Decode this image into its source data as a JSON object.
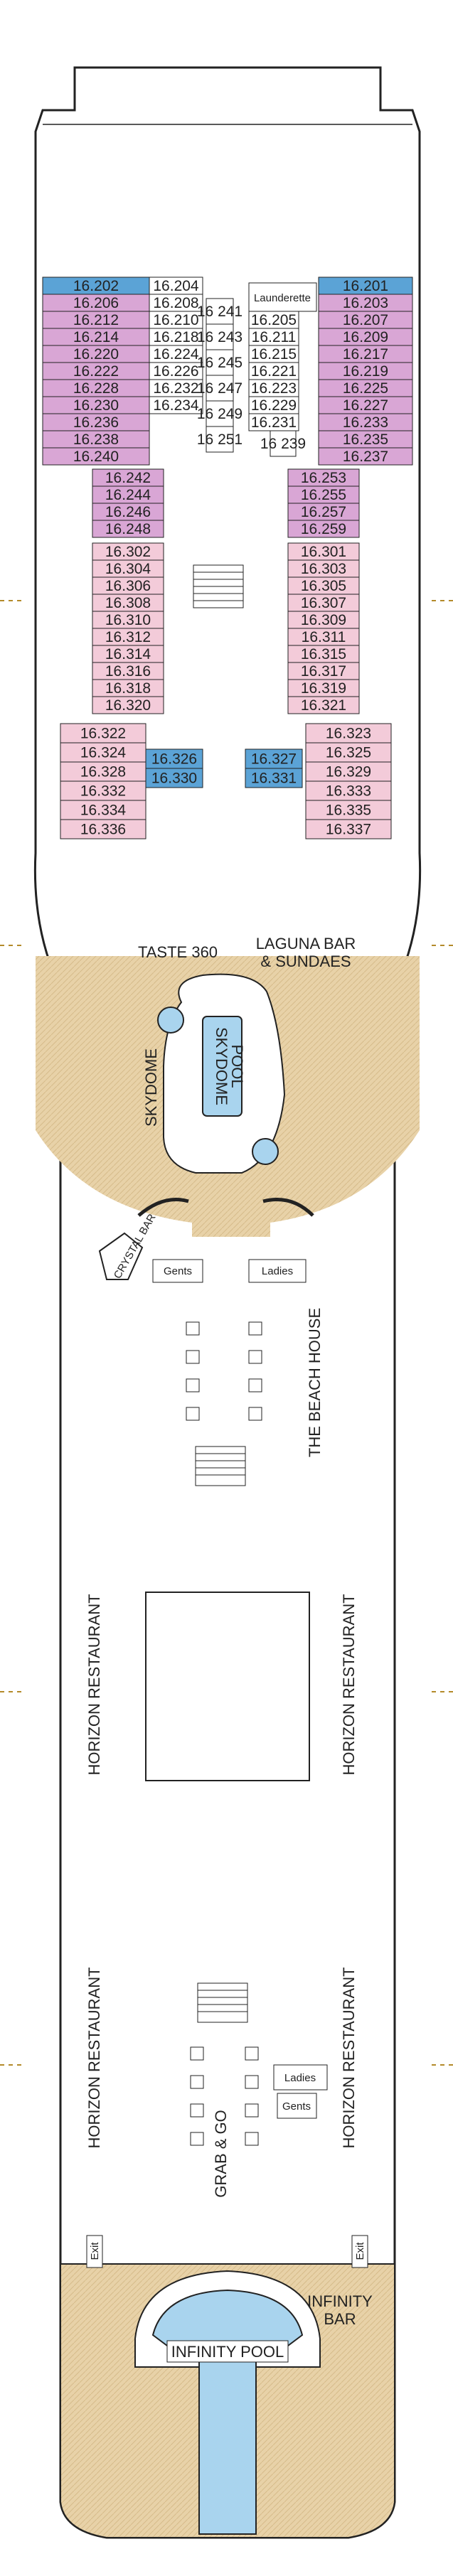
{
  "colors": {
    "suite_blue": "#5ba3d6",
    "suite_purple": "#d9a6d5",
    "cabin_pink": "#f3cbd9",
    "deck_wood": "#e8d2a8",
    "pool_water": "#a9d4ee",
    "outline": "#222222"
  },
  "legend_icons": [
    "balcony-dot-icon",
    "accessible-icon",
    "sofa-bed-square-icon",
    "connecting-v-icon"
  ],
  "cabins": {
    "forward_port": [
      "16.202",
      "16.206",
      "16.212",
      "16.214",
      "16.220",
      "16.222",
      "16.228",
      "16.230",
      "16.236",
      "16.238",
      "16.240"
    ],
    "forward_starboard": [
      "16.201",
      "16.203",
      "16.207",
      "16.209",
      "16.217",
      "16.219",
      "16.225",
      "16.227",
      "16.233",
      "16.235",
      "16.237"
    ],
    "inner_port": [
      "16.204",
      "16.208",
      "16.210",
      "16.218",
      "16.224",
      "16.226",
      "16.232",
      "16.234"
    ],
    "inner_starboard": [
      "16.205",
      "16.211",
      "16.215",
      "16.221",
      "16.223",
      "16.229",
      "16.231"
    ],
    "center_port": [
      "16 241",
      "16 243",
      "16 245",
      "16 247",
      "16 249",
      "16 251"
    ],
    "center_starboard": [
      "16 239"
    ],
    "mid_port_a": [
      "16.242",
      "16.244",
      "16.246",
      "16.248"
    ],
    "mid_starboard_a": [
      "16.253",
      "16.255",
      "16.257",
      "16.259"
    ],
    "mid_port_b": [
      "16.302",
      "16.304",
      "16.306",
      "16.308",
      "16.310",
      "16.312",
      "16.314",
      "16.316",
      "16.318",
      "16.320"
    ],
    "mid_starboard_b": [
      "16.301",
      "16.303",
      "16.305",
      "16.307",
      "16.309",
      "16.311",
      "16.315",
      "16.317",
      "16.319",
      "16.321"
    ],
    "aft_port": [
      "16.322",
      "16.324",
      "16.328",
      "16.332",
      "16.334",
      "16.336"
    ],
    "aft_starboard": [
      "16.323",
      "16.325",
      "16.329",
      "16.333",
      "16.335",
      "16.337"
    ],
    "aft_inner_port": [
      "16.326",
      "16.330"
    ],
    "aft_inner_starboard": [
      "16.327",
      "16.331"
    ]
  },
  "venues": {
    "launderette": "Launderette",
    "taste": "TASTE 360",
    "laguna_line1": "LAGUNA BAR",
    "laguna_line2": "& SUNDAES",
    "skydome": "SKYDOME",
    "skydome_pool_line1": "SKYDOME",
    "skydome_pool_line2": "POOL",
    "crystal_bar": "CRYSTAL BAR",
    "gents": "Gents",
    "ladies": "Ladies",
    "beach_house": "THE BEACH HOUSE",
    "horizon": "HORIZON RESTAURANT",
    "grab_go": "GRAB & GO",
    "exit": "Exit",
    "infinity_bar_line1": "INFINITY",
    "infinity_bar_line2": "BAR",
    "infinity_pool": "INFINITY POOL"
  }
}
